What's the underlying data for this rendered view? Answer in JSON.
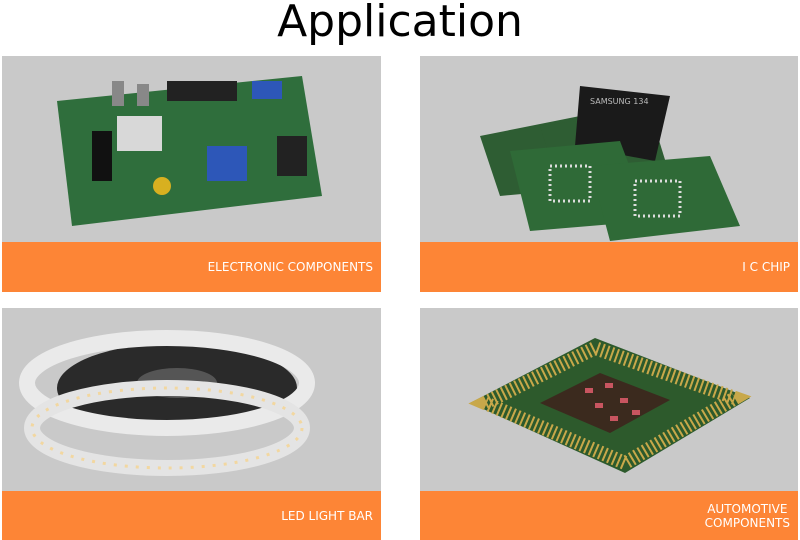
{
  "title": "Application",
  "colors": {
    "panel_bg": "#c9c9c9",
    "accent": "#fd8536",
    "label_text": "#ffffff"
  },
  "panels": [
    {
      "label": "ELECTRONIC COMPONENTS",
      "image": "circuit-board"
    },
    {
      "label": "I C CHIP",
      "image": "ic-chips",
      "chip_text": "SAMSUNG 134"
    },
    {
      "label": "LED LIGHT BAR",
      "image": "led-strip-reel"
    },
    {
      "label_line1": "AUTOMOTIVE",
      "label_line2": "COMPONENTS",
      "image": "cpu-pin-grid"
    }
  ]
}
